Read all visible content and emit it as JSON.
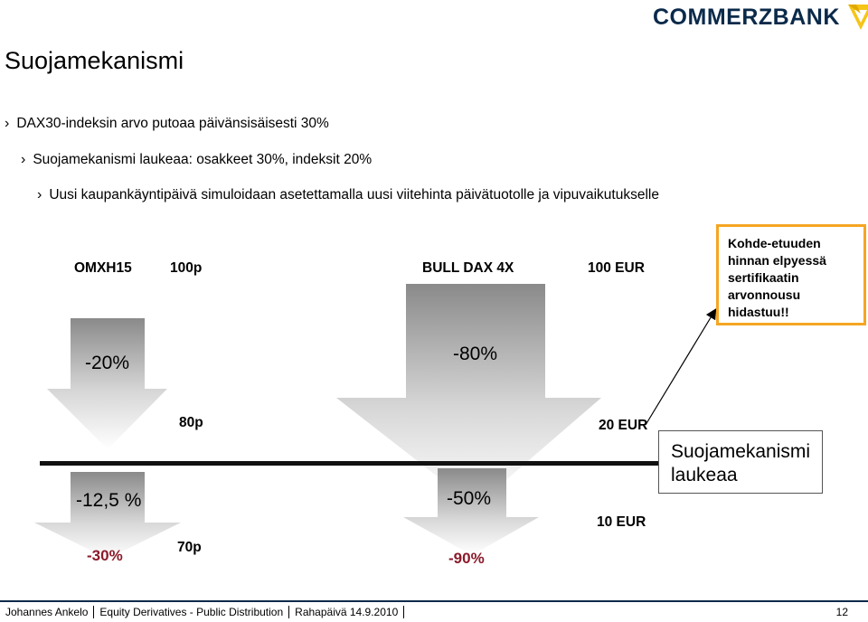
{
  "brand": {
    "name": "COMMERZBANK",
    "accent": "#f5a623",
    "primary": "#0b2a4a"
  },
  "title": "Suojamekanismi",
  "bullets": [
    "DAX30-indeksin arvo putoaa päivänsisäisesti 30%",
    "Suojamekanismi laukeaa: osakkeet 30%, indeksit 20%",
    "Uusi kaupankäyntipäivä simuloidaan asetettamalla uusi viitehinta päivätuotolle ja vipuvaikutukselle"
  ],
  "bullet_glyph": "›",
  "left": {
    "underlying": "OMXH15",
    "start_value": "100p",
    "drop1": "-20%",
    "after_drop1": "80p",
    "drop2": "-12,5 %",
    "total": "-30%",
    "end_value": "70p"
  },
  "right": {
    "product": "BULL DAX 4X",
    "start_value": "100 EUR",
    "drop1": "-80%",
    "after_drop1": "20 EUR",
    "drop2": "-50%",
    "total": "-90%",
    "end_value": "10 EUR"
  },
  "note_lines": [
    "Kohde-etuuden",
    "hinnan elpyessä",
    "sertifikaatin",
    "arvonnousu",
    "hidastuu!!"
  ],
  "trigger_lines": [
    "Suojamekanismi",
    "laukeaa"
  ],
  "footer": {
    "author": "Johannes Ankelo",
    "department": "Equity Derivatives - Public Distribution",
    "event": "Rahapäivä 14.9.2010",
    "page": "12"
  },
  "colors": {
    "total_red": "#8b1a2a",
    "arrow_top": "#7a7a7a",
    "arrow_bottom": "#ffffff"
  }
}
